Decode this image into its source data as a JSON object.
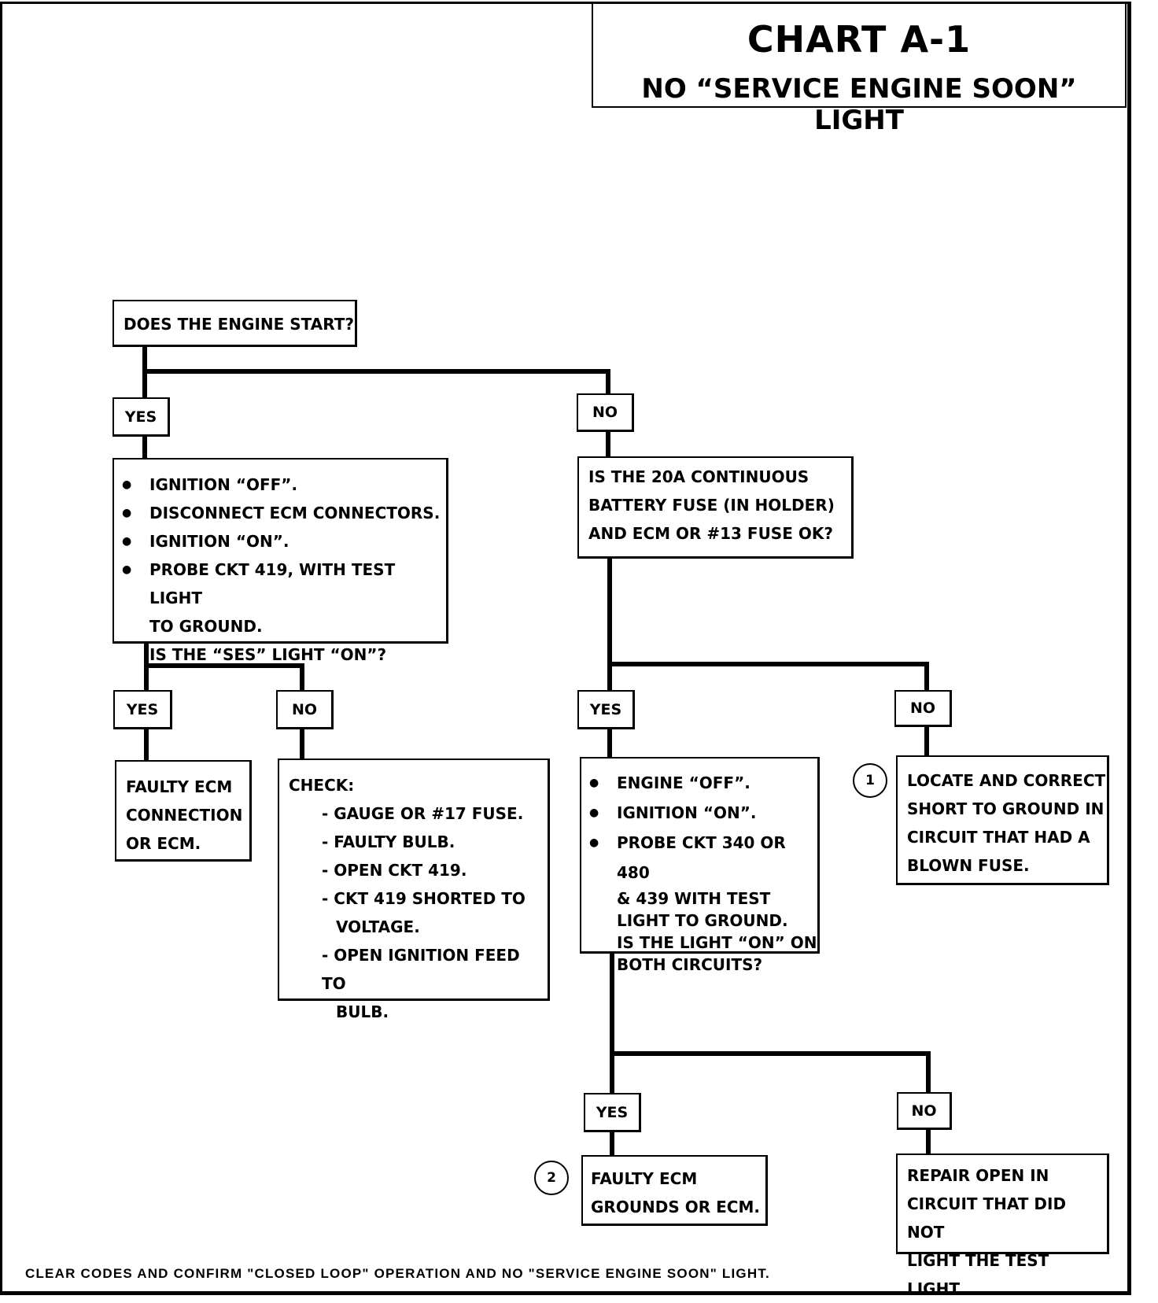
{
  "header": {
    "title": "CHART A-1",
    "subtitle": "NO “SERVICE ENGINE SOON” LIGHT"
  },
  "start": {
    "question": "DOES THE ENGINE START?",
    "yes": "YES",
    "no": "NO"
  },
  "yes_branch": {
    "steps": [
      "IGNITION “OFF”.",
      "DISCONNECT ECM CONNECTORS.",
      "IGNITION “ON”.",
      "PROBE CKT 419, WITH TEST LIGHT"
    ],
    "step4_cont": "TO GROUND.",
    "question": "IS THE “SES” LIGHT “ON”?",
    "yes": "YES",
    "no": "NO",
    "yes_result": [
      "FAULTY ECM",
      "CONNECTION",
      "OR ECM."
    ],
    "no_result": {
      "heading": "CHECK:",
      "items": [
        "- GAUGE OR #17 FUSE.",
        "- FAULTY BULB.",
        "- OPEN CKT 419.",
        "- CKT 419 SHORTED TO"
      ],
      "item4_cont": "VOLTAGE.",
      "item5": "- OPEN IGNITION FEED TO",
      "item5_cont": "BULB."
    }
  },
  "no_branch": {
    "question": [
      "IS THE 20A CONTINUOUS",
      "BATTERY FUSE (IN HOLDER)",
      "AND ECM OR #13 FUSE OK?"
    ],
    "yes": "YES",
    "no": "NO",
    "no_result": {
      "marker": "1",
      "lines": [
        "LOCATE AND CORRECT",
        "SHORT TO GROUND IN",
        "CIRCUIT THAT HAD A",
        "BLOWN FUSE."
      ]
    },
    "yes_steps": {
      "bullets": [
        "ENGINE “OFF”.",
        "IGNITION “ON”.",
        "PROBE CKT 340 OR 480"
      ],
      "cont": [
        "& 439 WITH TEST",
        "LIGHT TO GROUND.",
        "IS THE LIGHT “ON” ON",
        "BOTH CIRCUITS?"
      ]
    },
    "final_yes": "YES",
    "final_no": "NO",
    "final_yes_result": {
      "marker": "2",
      "lines": [
        "FAULTY ECM",
        "GROUNDS OR ECM."
      ]
    },
    "final_no_result": [
      "REPAIR OPEN IN",
      "CIRCUIT THAT DID NOT",
      "LIGHT THE TEST LIGHT."
    ]
  },
  "footer": "CLEAR CODES AND CONFIRM \"CLOSED LOOP\" OPERATION AND NO \"SERVICE ENGINE SOON\" LIGHT."
}
